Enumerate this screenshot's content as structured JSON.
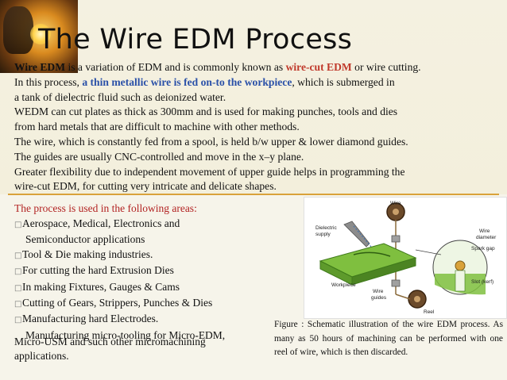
{
  "title": "The Wire EDM Process",
  "intro": {
    "line1_a": "Wire EDM",
    "line1_b": " is a variation of EDM and is commonly known as ",
    "line1_c": "wire-cut EDM",
    "line1_d": " or wire cutting.",
    "line2_a": "In this process, ",
    "line2_b": "a thin metallic wire is fed on-to the workpiece",
    "line2_c": ", which is submerged in",
    "line3": " a tank of dielectric fluid such as deionized water.",
    "line4": "WEDM can cut plates as thick as 300mm and is used for making punches, tools and dies",
    "line5": "from hard metals that are difficult to machine with other methods.",
    "line6": "The wire, which is constantly fed from a spool, is held b/w upper & lower diamond guides.",
    "line7": "The guides are usually CNC-controlled and move in the x–y plane.",
    "line8": "Greater flexibility due to independent movement of upper guide helps in programming the",
    "line9": "wire-cut EDM, for cutting very intricate and delicate shapes."
  },
  "areas": {
    "heading": "The process is used in the following areas:",
    "items": [
      "Aerospace, Medical, Electronics and",
      "Semiconductor applications",
      "Tool & Die making industries.",
      "For cutting the hard Extrusion Dies",
      "In making Fixtures, Gauges & Cams",
      "Cutting of Gears, Strippers, Punches & Dies",
      "Manufacturing hard Electrodes.",
      "Manufacturing micro-tooling for Micro-EDM,"
    ],
    "tail1": "Micro-USM and such other micromachining",
    "tail2": "applications."
  },
  "figure": {
    "labels": {
      "wire": "Wire",
      "dielectric": "Dielectric",
      "supply": "supply",
      "wire_diameter_1": "Wire",
      "wire_diameter_2": "diameter",
      "spark_gap": "Spark gap",
      "slot": "Slot (kerf)",
      "workpiece": "Workpiece",
      "wire_guides_1": "Wire",
      "wire_guides_2": "guides",
      "reel": "Reel"
    },
    "caption": "Figure : Schematic illustration of the wire EDM process. As many as 50 hours of machining can be performed with one reel of wire, which is then discarded."
  },
  "colors": {
    "highlight_red": "#c0392b",
    "highlight_blue": "#2a50a8",
    "heading_red": "#b22222",
    "divider": "#d9a23a",
    "workpiece_green": "#7fbf3f"
  }
}
